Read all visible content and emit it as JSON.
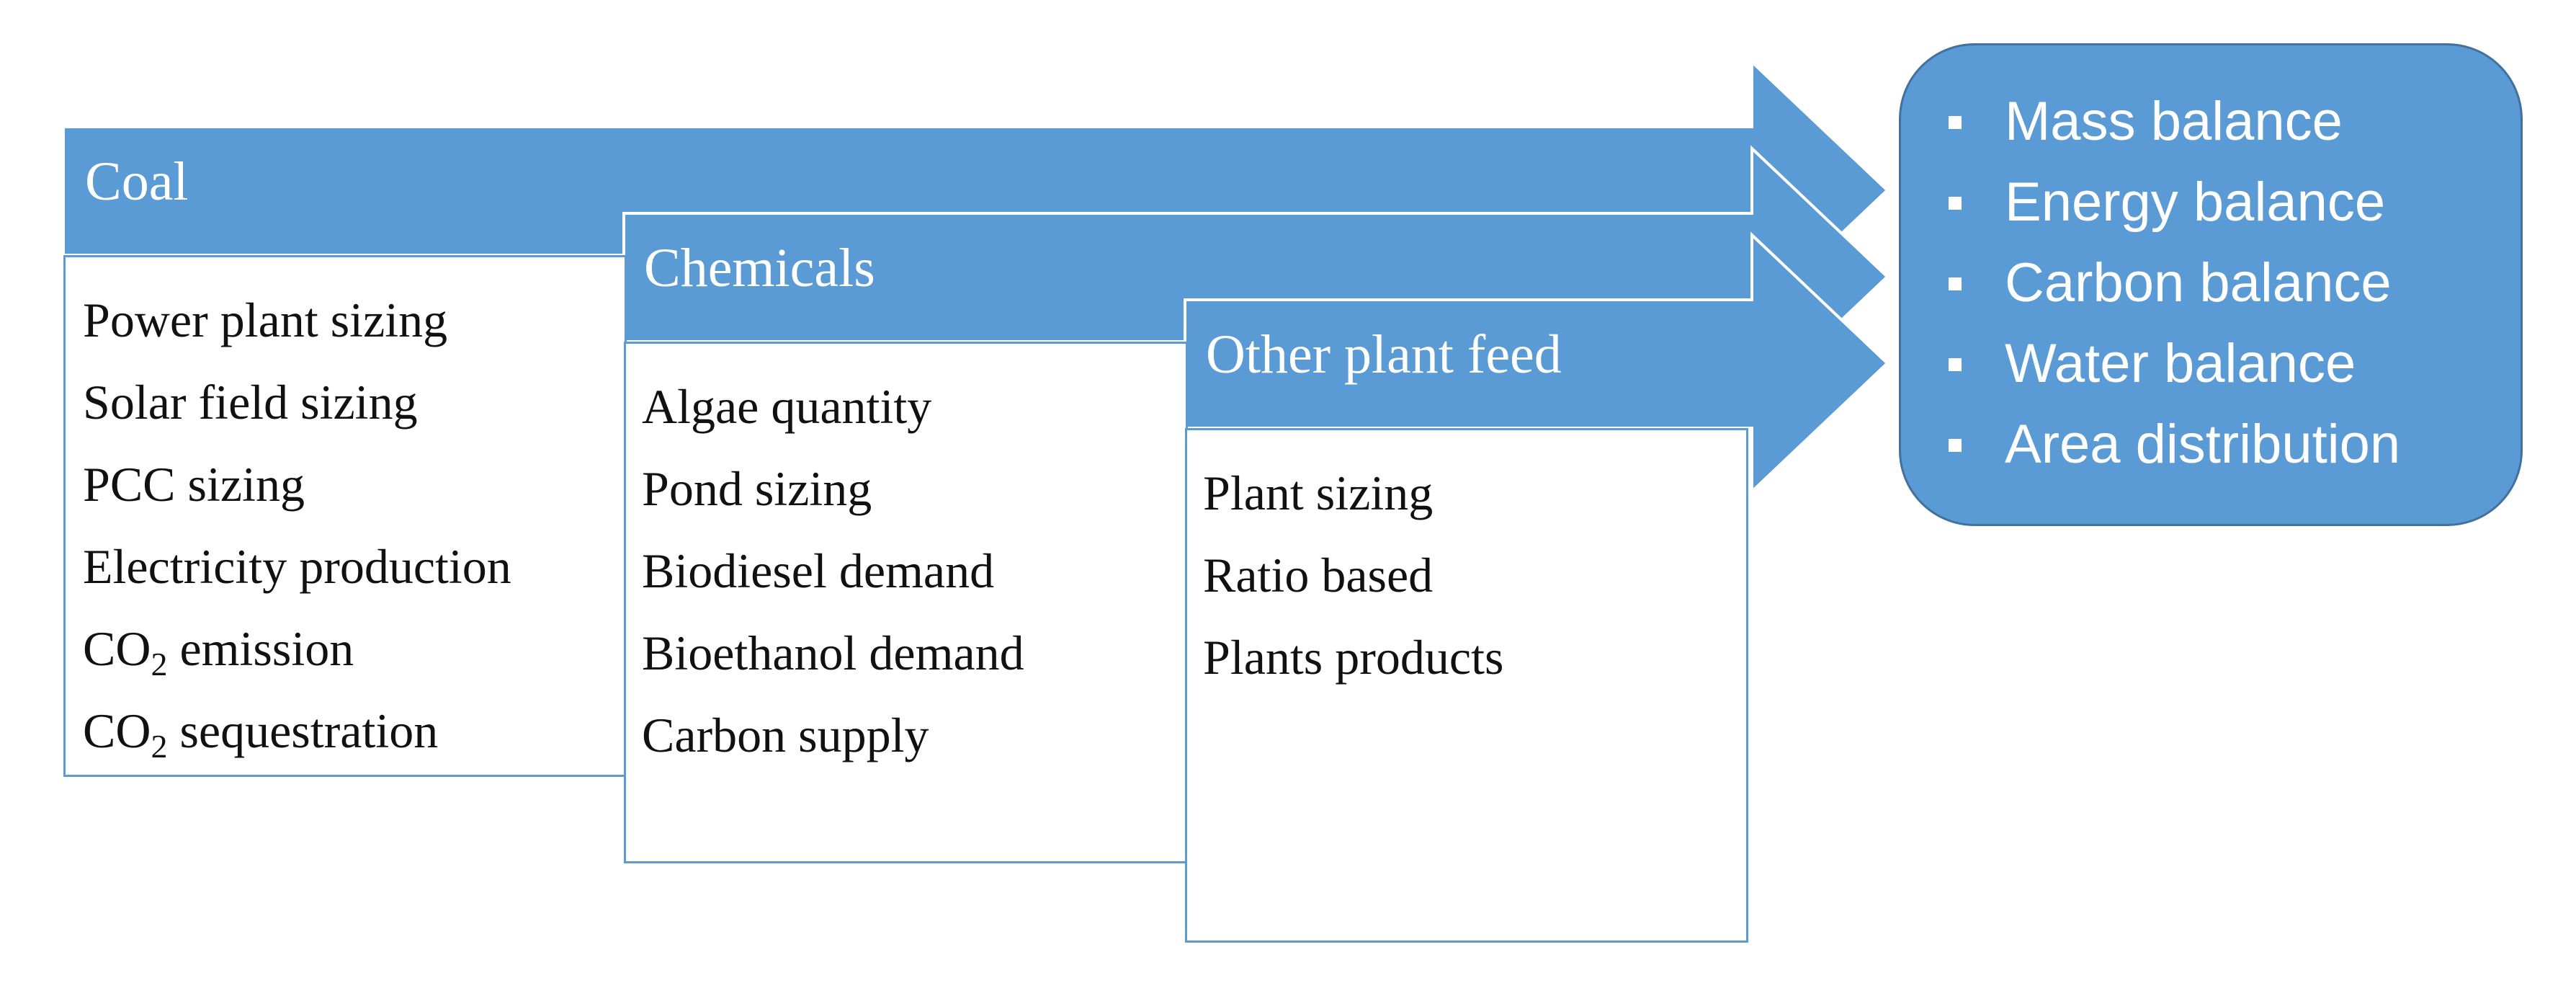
{
  "colors": {
    "arrow_fill": "#5b9bd5",
    "box_border": "#5b9bd5",
    "results_fill": "#5b9bd5",
    "results_border": "#41719c",
    "header_text": "#ffffff",
    "item_text": "#111111"
  },
  "stages": [
    {
      "label": "Coal",
      "items": [
        {
          "text": "Power plant sizing"
        },
        {
          "text": "Solar field sizing"
        },
        {
          "text": "PCC sizing"
        },
        {
          "text": "Electricity production"
        },
        {
          "pre": "CO",
          "sub": "2",
          "post": " emission"
        },
        {
          "pre": "CO",
          "sub": "2",
          "post": " sequestration"
        }
      ]
    },
    {
      "label": "Chemicals",
      "items": [
        {
          "text": "Algae quantity"
        },
        {
          "text": "Pond sizing"
        },
        {
          "text": "Biodiesel demand"
        },
        {
          "text": "Bioethanol demand"
        },
        {
          "text": "Carbon supply"
        }
      ]
    },
    {
      "label": "Other plant feed",
      "items": [
        {
          "text": "Plant sizing"
        },
        {
          "text": "Ratio based"
        },
        {
          "text": "Plants products"
        }
      ]
    }
  ],
  "results": {
    "items": [
      "Mass balance",
      "Energy balance",
      "Carbon balance",
      "Water balance",
      "Area distribution"
    ]
  }
}
